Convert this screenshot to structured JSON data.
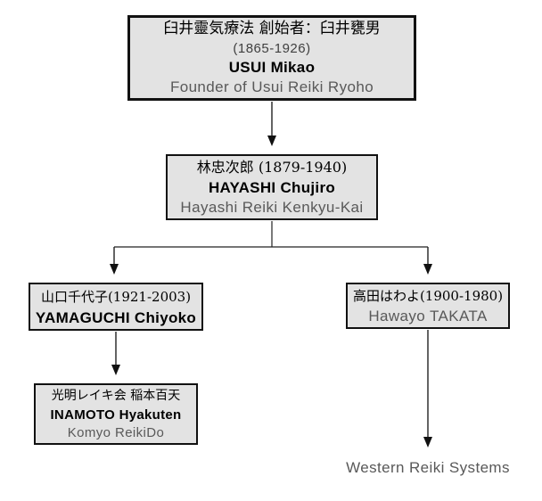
{
  "diagram": {
    "colors": {
      "background": "#ffffff",
      "box_fill": "#e3e3e3",
      "box_border": "#111111",
      "text_primary": "#000000",
      "text_secondary": "#595959",
      "connector": "#222222"
    },
    "nodes": {
      "usui": {
        "jp": "臼井靈気療法 創始者：臼井甕男",
        "dates": "(1865-1926)",
        "name": "USUI Mikao",
        "subtitle": "Founder of Usui Reiki Ryoho"
      },
      "hayashi": {
        "jp": "林忠次郎 (1879-1940)",
        "name": "HAYASHI Chujiro",
        "subtitle": "Hayashi Reiki Kenkyu-Kai"
      },
      "yamaguchi": {
        "jp": "山口千代子(1921-2003)",
        "name": "YAMAGUCHI Chiyoko"
      },
      "takata": {
        "jp": "高田はわよ(1900-1980)",
        "name": "Hawayo TAKATA"
      },
      "inamoto": {
        "jp": "光明レイキ会 稲本百天",
        "name": "INAMOTO Hyakuten",
        "subtitle": "Komyo ReikiDo"
      },
      "western": {
        "label": "Western Reiki Systems"
      }
    }
  }
}
